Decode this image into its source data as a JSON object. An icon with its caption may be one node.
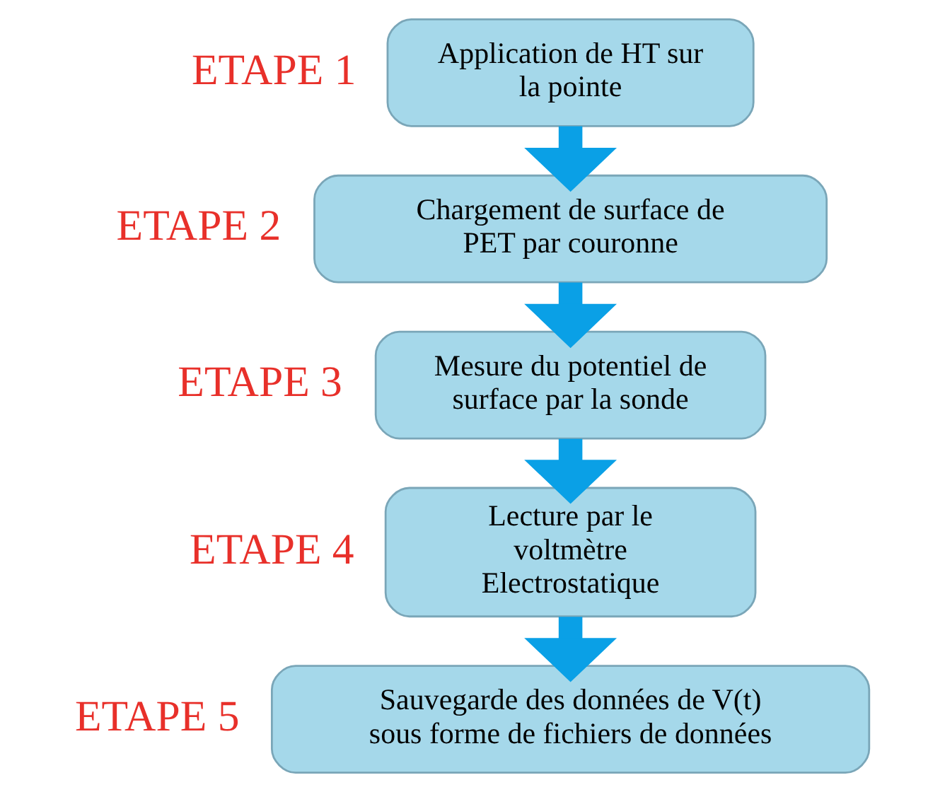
{
  "diagram": {
    "nodes": [
      {
        "text": [
          "Application de HT sur la pointe"
        ],
        "beside": [
          "ETAPE 1"
        ]
      },
      {
        "text": [
          "Chargement de surface de PET par couronne"
        ],
        "beside": [
          "ETAPE 2"
        ]
      },
      {
        "text": [
          "Mesure du potentiel de surface par la sonde"
        ],
        "beside": [
          "ETAPE 3"
        ]
      },
      {
        "text": [
          "Lecture par le voltmètre Electrostatique"
        ],
        "beside": [
          "ETAPE 4"
        ]
      },
      {
        "text": [
          "Sauvegarde des données de V(t) sous forme de fichiers de données"
        ],
        "beside": [
          "ETAPE 5"
        ]
      }
    ],
    "edges": [
      {
        "from": 0,
        "to": 1,
        "arrow": "to"
      },
      {
        "from": 1,
        "to": 2,
        "arrow": "to"
      },
      {
        "from": 2,
        "to": 3,
        "arrow": "to"
      },
      {
        "from": 3,
        "to": 4,
        "arrow": "to"
      }
    ]
  }
}
